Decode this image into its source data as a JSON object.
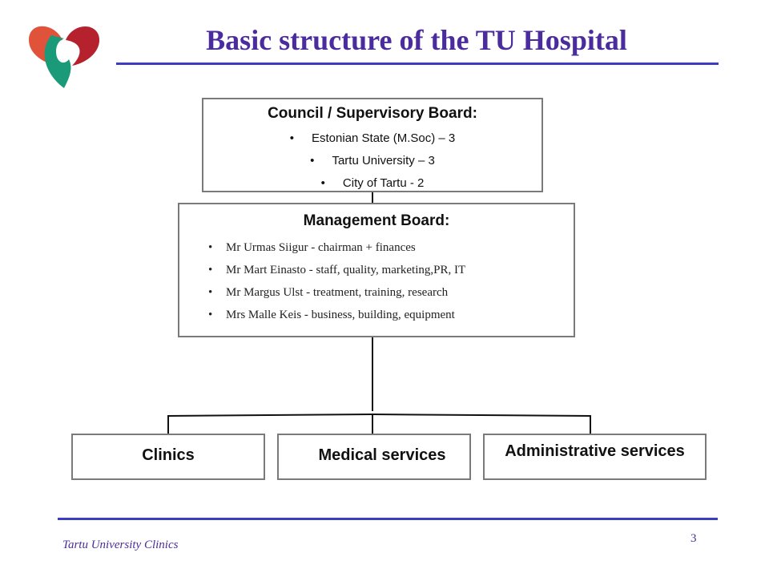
{
  "slide": {
    "title": "Basic structure of the TU Hospital",
    "footer": "Tartu University Clinics",
    "page_number": "3"
  },
  "logo": {
    "icon": "tu-hospital-logo",
    "colors": [
      "#e0533a",
      "#b5222e",
      "#1a9a78"
    ]
  },
  "council": {
    "title": "Council / Supervisory Board:",
    "members": [
      "Estonian State (M.Soc) – 3",
      "Tartu University – 3",
      "City of Tartu - 2"
    ]
  },
  "management": {
    "title": "Management Board:",
    "members": [
      "Mr Urmas Siigur - chairman + finances",
      "Mr Mart Einasto - staff, quality, marketing,PR, IT",
      "Mr Margus Ulst - treatment, training, research",
      "Mrs Malle Keis - business, building, equipment"
    ]
  },
  "units": {
    "clinics": "Clinics",
    "medical": "Medical services",
    "admin": "Administrative services"
  },
  "colors": {
    "accent": "#4b2c9e",
    "rule": "#3d3dc2",
    "box_border": "#7a7a7a"
  }
}
